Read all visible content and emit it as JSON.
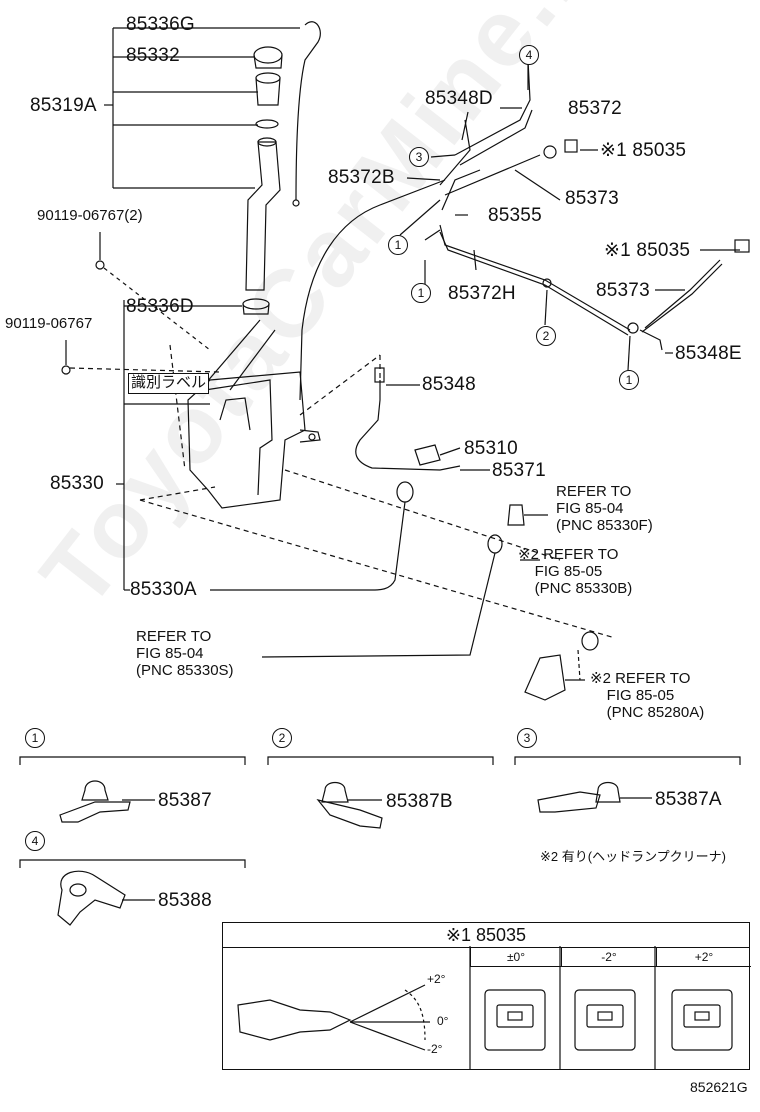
{
  "labels": {
    "p85336G": "85336G",
    "p85332": "85332",
    "p85319A": "85319A",
    "p90119_2": "90119-06767(2)",
    "p85336D": "85336D",
    "p90119": "90119-06767",
    "jp_label": "識別ラベル",
    "p85330": "85330",
    "p85330A": "85330A",
    "p85348D": "85348D",
    "p85372": "85372",
    "p85035_top": "※1 85035",
    "p85372B": "85372B",
    "p85373_top": "85373",
    "p85355": "85355",
    "p85035_mid": "※1 85035",
    "p85372H": "85372H",
    "p85373_mid": "85373",
    "p85348E": "85348E",
    "p85348": "85348",
    "p85310": "85310",
    "p85371": "85371",
    "p85387": "85387",
    "p85387B": "85387B",
    "p85387A": "85387A",
    "p85388": "85388",
    "footnote": "※2 有り(ヘッドランプクリーナ)",
    "figure_id": "852621G"
  },
  "refs": {
    "ref_85330F": "REFER TO\nFIG 85-04\n(PNC 85330F)",
    "ref_85330B": "※2 REFER TO\n    FIG 85-05\n    (PNC 85330B)",
    "ref_85330S": "REFER TO\nFIG 85-04\n(PNC 85330S)",
    "ref_85280A": "※2 REFER TO\n    FIG 85-05\n    (PNC 85280A)"
  },
  "callouts": [
    "1",
    "2",
    "3",
    "4"
  ],
  "nozzle_table": {
    "title": "※1 85035",
    "columns": [
      "±0°",
      "-2°",
      "+2°"
    ],
    "angles": [
      "+2°",
      "0°",
      "-2°"
    ]
  },
  "watermark": "ToyotaCarMine.ru"
}
